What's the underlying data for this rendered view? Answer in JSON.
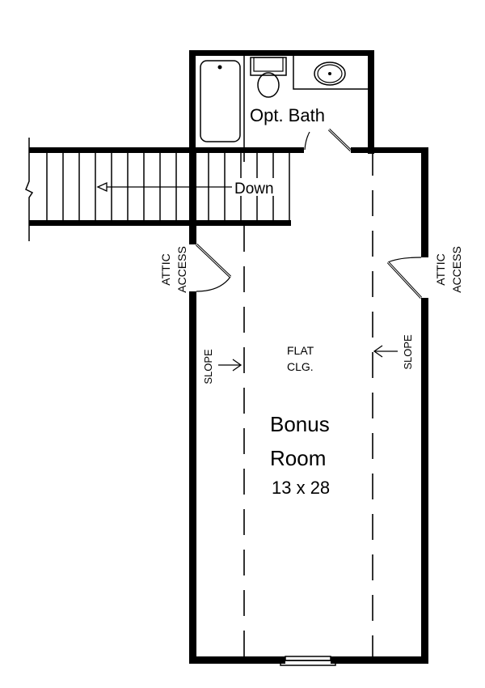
{
  "diagram": {
    "type": "floor-plan",
    "colors": {
      "wall": "#000000",
      "background": "#ffffff"
    },
    "rooms": [
      {
        "id": "bath",
        "label": "Opt. Bath"
      },
      {
        "id": "bonus",
        "label_line1": "Bonus",
        "label_line2": "Room",
        "dimensions": "13 x 28"
      }
    ],
    "stairs": {
      "label": "Down"
    },
    "ceiling": {
      "line1": "FLAT",
      "line2": "CLG."
    },
    "slope_left": "SLOPE",
    "slope_right": "SLOPE",
    "attic_left": {
      "line1": "ATTIC",
      "line2": "ACCESS"
    },
    "attic_right": {
      "line1": "ATTIC",
      "line2": "ACCESS"
    },
    "fixtures": [
      "bathtub",
      "toilet",
      "sink-vanity"
    ]
  }
}
